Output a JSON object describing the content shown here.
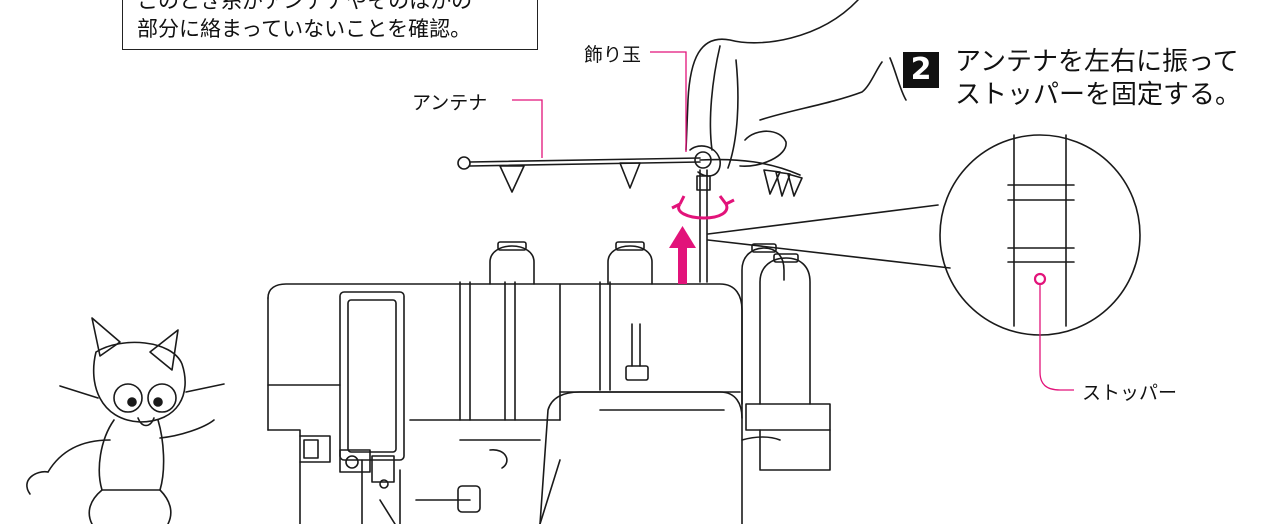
{
  "note": {
    "line1": "このとき糸がアンテナやそのほかの",
    "line2": "部分に絡まっていないことを確認。"
  },
  "labels": {
    "antenna": "アンテナ",
    "decorative_ball": "飾り玉",
    "stopper": "ストッパー"
  },
  "step": {
    "number": "2",
    "line1": "アンテナを左右に振って",
    "line2": "ストッパーを固定する。"
  },
  "colors": {
    "accent": "#e2137a",
    "line": "#1a1a1a"
  },
  "icons": {
    "lift_arrow": "up-arrow-icon",
    "rotate": "rotate-icon"
  }
}
